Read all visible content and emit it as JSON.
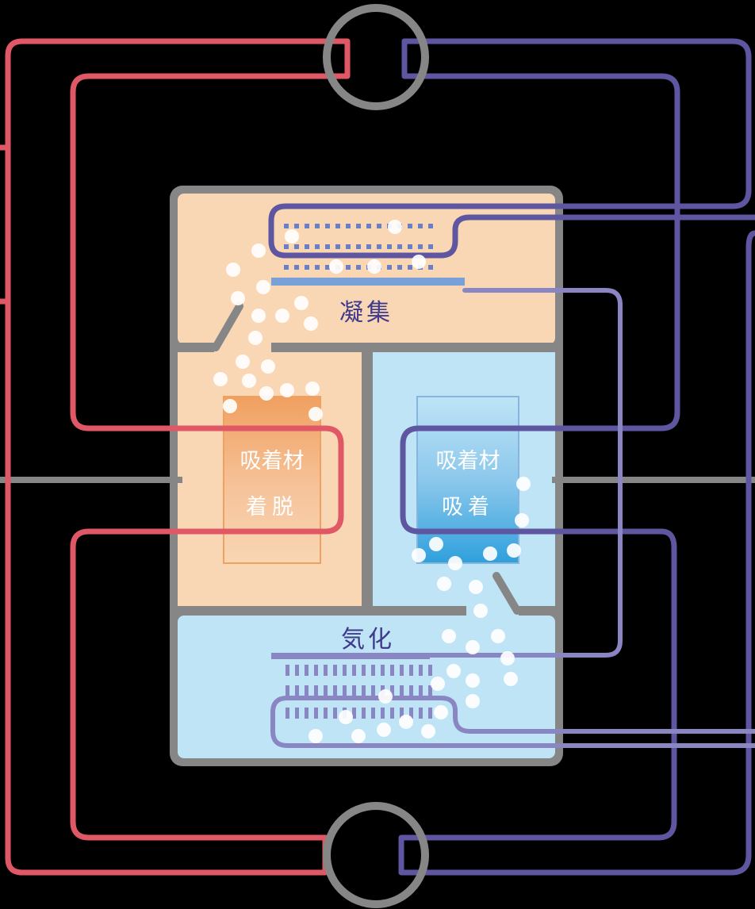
{
  "chambers": {
    "condense_label": "凝集",
    "evaporate_label": "気化"
  },
  "adsorbent_left": {
    "line1": "吸着材",
    "line2": "着脱"
  },
  "adsorbent_right": {
    "line1": "吸着材",
    "line2": "吸着"
  },
  "colors": {
    "hot_pipe": "#e05866",
    "cold_pipe": "#5e56a0",
    "light_cold_pipe": "#8a86c4",
    "frame": "#868686",
    "warm_zone": "#f9d6b4",
    "cool_zone": "#bfe4f6",
    "adsorbent_warm": "#f0a060",
    "adsorbent_cool": "#4aa3d8",
    "cooler_plate": "#7aa0d8"
  }
}
